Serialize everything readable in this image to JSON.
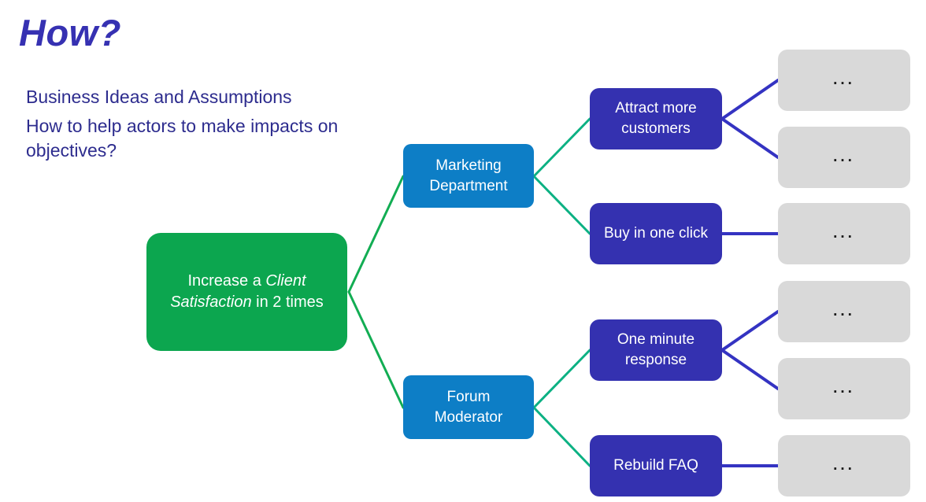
{
  "page": {
    "title": "How?",
    "subtitle_line1": "Business Ideas and Assumptions",
    "subtitle_line2": "How to help actors to make impacts on objectives?"
  },
  "colors": {
    "title_text": "#3631B2",
    "subtitle_text": "#2D2C8E",
    "goal_box_fill": "#0CA64F",
    "actor_box_fill": "#0D7EC6",
    "impact_box_fill": "#3431B0",
    "deliverable_box_fill": "#D9D9D9",
    "box_text": "#FFFFFF",
    "goal_connector": "#12AD53",
    "actor_connector": "#0CB183",
    "impact_connector": "#3433C2",
    "ellipsis_text": "#1A1A1A"
  },
  "goal": {
    "text_prefix": "Increase a ",
    "text_italic": "Client Satisfaction",
    "text_suffix": " in 2 times"
  },
  "actors": [
    {
      "label": "Marketing Department"
    },
    {
      "label": "Forum Moderator"
    }
  ],
  "impacts": [
    {
      "label": "Attract more customers"
    },
    {
      "label": "Buy in one click"
    },
    {
      "label": "One minute response"
    },
    {
      "label": "Rebuild FAQ"
    }
  ],
  "deliverables": [
    {
      "label": "..."
    },
    {
      "label": "..."
    },
    {
      "label": "..."
    },
    {
      "label": "..."
    },
    {
      "label": "..."
    },
    {
      "label": "..."
    }
  ]
}
